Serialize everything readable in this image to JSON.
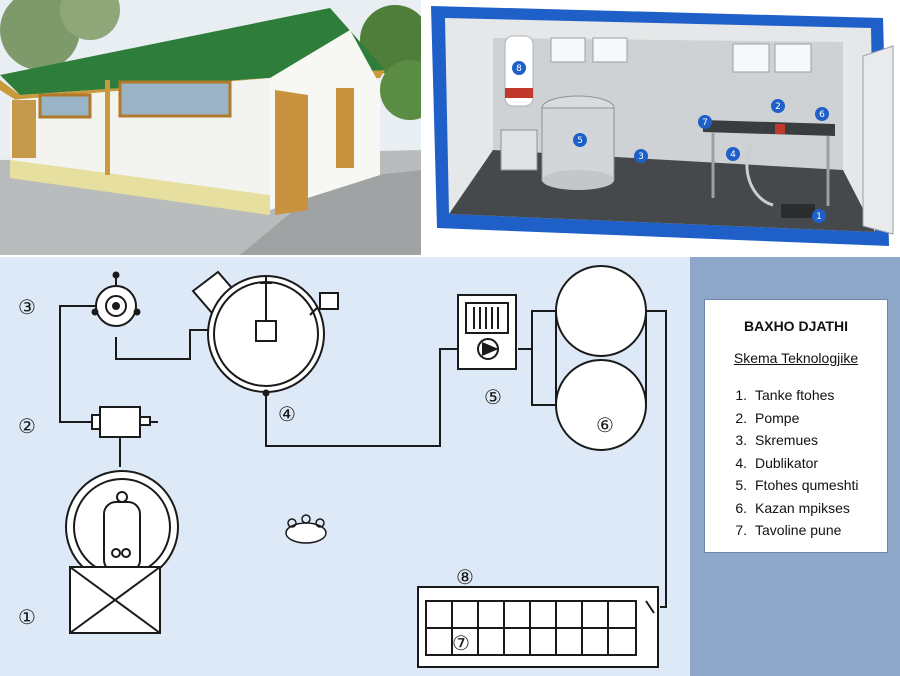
{
  "photo_building": {
    "alt": "Milk processing building exterior"
  },
  "photo_container": {
    "alt": "Container interior with equipment",
    "markers": [
      "8",
      "5",
      "3",
      "7",
      "2",
      "4",
      "6",
      "1"
    ]
  },
  "schematic": {
    "markers": [
      "③",
      "②",
      "①",
      "④",
      "⑤",
      "⑥",
      "⑧",
      "⑦"
    ]
  },
  "legend": {
    "title": "BAXHO DJATHI",
    "subtitle": "Skema Teknologjike",
    "items": [
      {
        "num": "1.",
        "label": "Tanke ftohes"
      },
      {
        "num": "2.",
        "label": "Pompe"
      },
      {
        "num": "3.",
        "label": "Skremues"
      },
      {
        "num": "4.",
        "label": "Dublikator"
      },
      {
        "num": "5.",
        "label": "Ftohes qumeshti"
      },
      {
        "num": "6.",
        "label": "Kazan mpikses"
      },
      {
        "num": "7.",
        "label": "Tavoline pune"
      }
    ]
  },
  "colors": {
    "legend_band": "#8ea6c8",
    "schematic_bg": "#dde9f6",
    "container_blue": "#1f5fc8",
    "roof_green": "#2e7d3a"
  }
}
